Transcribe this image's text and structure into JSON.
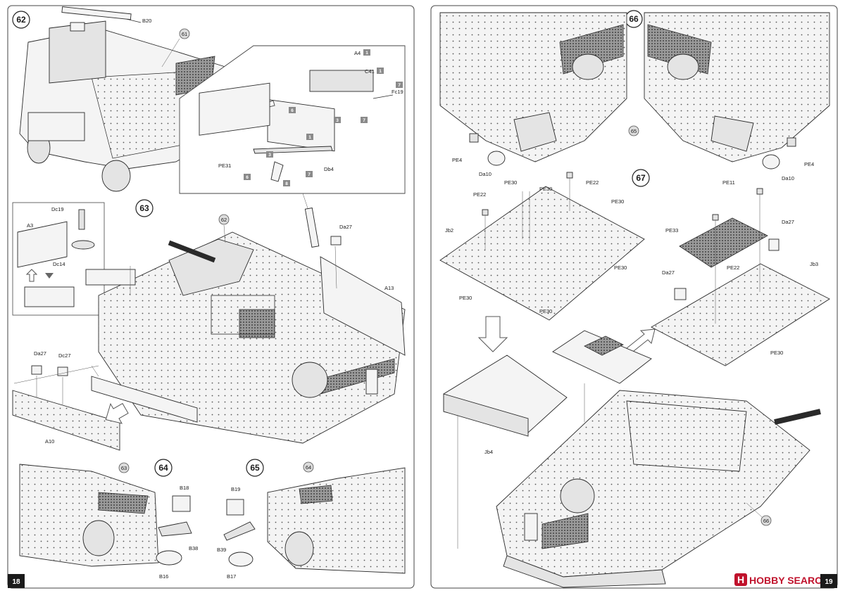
{
  "pages": {
    "left_number": "18",
    "right_number": "19"
  },
  "steps": {
    "s62": "62",
    "s63": "63",
    "s64": "64",
    "s65": "65",
    "s66": "66",
    "s67": "67"
  },
  "step_refs": {
    "ref61": "61",
    "ref62": "62",
    "ref63": "63",
    "ref64": "64",
    "ref65": "65",
    "ref66": "66"
  },
  "labels": {
    "b20": "B20",
    "a4": "A4",
    "c41": "C41",
    "fc19": "Fc19",
    "pe31": "PE31",
    "db4": "Db4",
    "dc19": "Dc19",
    "a3": "A3",
    "dc14": "Dc14",
    "da27a": "Da27",
    "a13": "A13",
    "da27b": "Da27",
    "dc27": "Dc27",
    "a10": "A10",
    "b18": "B18",
    "b38": "B38",
    "b16": "B16",
    "b19": "B19",
    "b39": "B39",
    "b17": "B17",
    "pe4a": "PE4",
    "da10a": "Da10",
    "pe4b": "PE4",
    "da10b": "Da10",
    "pe22a": "PE22",
    "pe30a": "PE30",
    "pe30b": "PE30",
    "pe22b": "PE22",
    "pe30c": "PE30",
    "jb2": "Jb2",
    "pe30d": "PE30",
    "pe30e": "PE30",
    "pe30f": "PE30",
    "pe11": "PE11",
    "pe33": "PE33",
    "da27c": "Da27",
    "pe22c": "PE22",
    "da27d": "Da27",
    "jb3": "Jb3",
    "pe30g": "PE30",
    "jb4": "Jb4"
  },
  "color_codes": {
    "c1": "1",
    "c2": "1",
    "c3": "7",
    "c4": "6",
    "c5": "3",
    "c6": "7",
    "c7": "1",
    "c8": "3",
    "c9": "6",
    "c10": "7",
    "c11": "8"
  },
  "watermark": {
    "brand": "HOBBY SEARCH"
  },
  "colors": {
    "line": "#2a2a2a",
    "paint_box": "#8a8a8a",
    "logo_red": "#c0122c"
  }
}
